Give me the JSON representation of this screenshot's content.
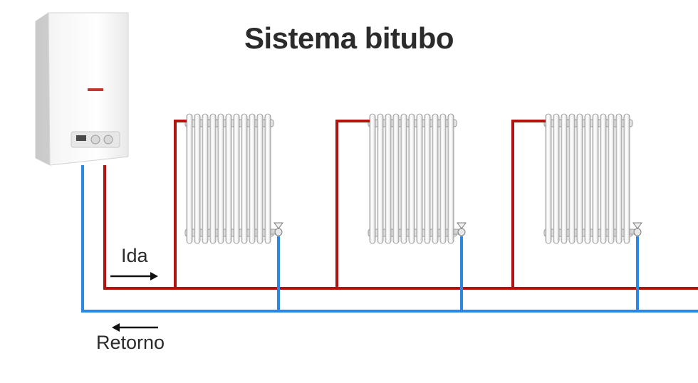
{
  "title": "Sistema bitubo",
  "labels": {
    "supply": "Ida",
    "return": "Retorno"
  },
  "colors": {
    "supply_pipe": "#b3130f",
    "return_pipe": "#2c86e3"
  },
  "icons": {
    "boiler": "wall-boiler-icon",
    "radiator": "column-radiator-icon",
    "valve": "radiator-valve-icon"
  },
  "radiators": [
    {
      "id": "radiator-1"
    },
    {
      "id": "radiator-2"
    },
    {
      "id": "radiator-3"
    }
  ]
}
